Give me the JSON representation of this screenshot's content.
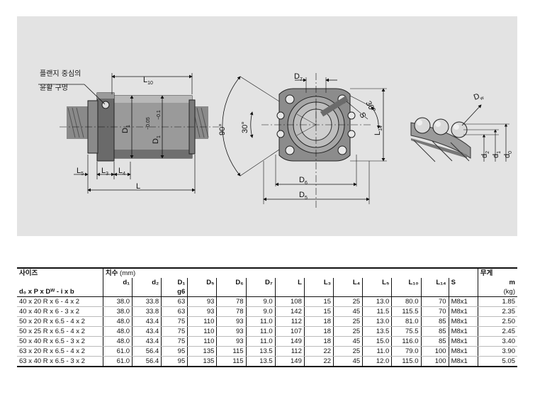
{
  "drawing": {
    "note_line1": "플랜지 중심의",
    "note_line2": "윤활 구멍",
    "labels": {
      "L10": "L",
      "L10_sub": "10",
      "D1": "D",
      "D1_sub": "1",
      "D1_tol": "D",
      "D1_tol_sub": "1",
      "tol_upper": "−0.05",
      "tol_lower": "−0.1",
      "L5": "L",
      "L5_sub": "5",
      "L3": "L",
      "L3_sub": "3",
      "L4": "L",
      "L4_sub": "4",
      "L": "L",
      "D7": "D",
      "D7_sub": "7",
      "D6": "D",
      "D6_sub": "6",
      "D5": "D",
      "D5_sub": "5",
      "L14": "L",
      "L14_sub": "14",
      "S": "S",
      "angle90": "90°",
      "angle30a": "30°",
      "angle30b": "30°",
      "Dw": "D",
      "Dw_sub": "w",
      "d2": "d",
      "d2_sub": "2",
      "d1": "d",
      "d1_sub": "1",
      "d0": "d",
      "d0_sub": "0"
    }
  },
  "table": {
    "header": {
      "size": "사이즈",
      "dims": "치수",
      "dims_unit": "(mm)",
      "weight": "무게",
      "size_sub": "d₀ x P x Dᵂ - i x b",
      "columns": [
        "d₁",
        "d₂",
        "D₁",
        "D₅",
        "D₆",
        "D₇",
        "L",
        "L₃",
        "L₄",
        "L₅",
        "L₁₀",
        "L₁₄",
        "S"
      ],
      "d1_g6": "g6",
      "weight_symbol": "m",
      "weight_unit": "(kg)"
    },
    "rows": [
      [
        "40 x 20 R x 6 - 4 x 2",
        "38.0",
        "33.8",
        "63",
        "93",
        "78",
        "9.0",
        "108",
        "15",
        "25",
        "13.0",
        "80.0",
        "70",
        "M8x1",
        "1.85"
      ],
      [
        "40 x 40 R x 6 - 3 x 2",
        "38.0",
        "33.8",
        "63",
        "93",
        "78",
        "9.0",
        "142",
        "15",
        "45",
        "11.5",
        "115.5",
        "70",
        "M8x1",
        "2.35"
      ],
      [
        "50 x 20 R x 6.5 - 4 x 2",
        "48.0",
        "43.4",
        "75",
        "110",
        "93",
        "11.0",
        "112",
        "18",
        "25",
        "13.0",
        "81.0",
        "85",
        "M8x1",
        "2.50"
      ],
      [
        "50 x 25 R x 6.5 - 4 x 2",
        "48.0",
        "43.4",
        "75",
        "110",
        "93",
        "11.0",
        "107",
        "18",
        "25",
        "13.5",
        "75.5",
        "85",
        "M8x1",
        "2.45"
      ],
      [
        "50 x 40 R x 6.5 - 3 x 2",
        "48.0",
        "43.4",
        "75",
        "110",
        "93",
        "11.0",
        "149",
        "18",
        "45",
        "15.0",
        "116.0",
        "85",
        "M8x1",
        "3.40"
      ],
      [
        "63 x 20 R x 6.5 - 4 x 2",
        "61.0",
        "56.4",
        "95",
        "135",
        "115",
        "13.5",
        "112",
        "22",
        "25",
        "11.0",
        "79.0",
        "100",
        "M8x1",
        "3.90"
      ],
      [
        "63 x 40 R x 6.5 - 3 x 2",
        "61.0",
        "56.4",
        "95",
        "135",
        "115",
        "13.5",
        "149",
        "22",
        "45",
        "12.0",
        "115.0",
        "100",
        "M8x1",
        "5.05"
      ]
    ]
  }
}
